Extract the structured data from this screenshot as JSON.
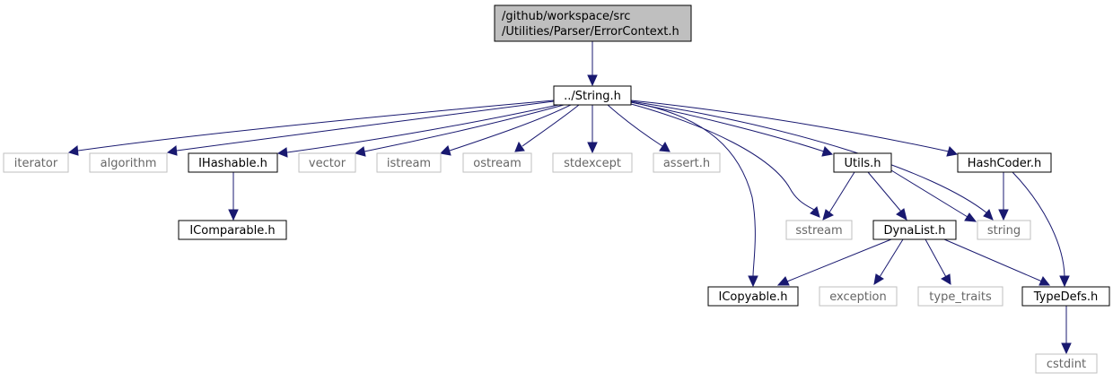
{
  "colors": {
    "edge": "#191970",
    "root_fill": "#bfbfbf",
    "root_stroke": "#000000",
    "node_fill": "#ffffff",
    "node_stroke": "#000000",
    "leaf_stroke": "#bfbfbf",
    "leaf_text": "#666666"
  },
  "nodes": [
    {
      "id": "root",
      "lines": [
        "/github/workspace/src",
        "/Utilities/Parser/ErrorContext.h"
      ],
      "kind": "root"
    },
    {
      "id": "string_h",
      "lines": [
        "../String.h"
      ],
      "kind": "file"
    },
    {
      "id": "iterator",
      "lines": [
        "iterator"
      ],
      "kind": "external"
    },
    {
      "id": "algorithm",
      "lines": [
        "algorithm"
      ],
      "kind": "external"
    },
    {
      "id": "ihashable",
      "lines": [
        "IHashable.h"
      ],
      "kind": "file"
    },
    {
      "id": "vector",
      "lines": [
        "vector"
      ],
      "kind": "external"
    },
    {
      "id": "istream",
      "lines": [
        "istream"
      ],
      "kind": "external"
    },
    {
      "id": "ostream",
      "lines": [
        "ostream"
      ],
      "kind": "external"
    },
    {
      "id": "stdexcept",
      "lines": [
        "stdexcept"
      ],
      "kind": "external"
    },
    {
      "id": "assert",
      "lines": [
        "assert.h"
      ],
      "kind": "external"
    },
    {
      "id": "utils",
      "lines": [
        "Utils.h"
      ],
      "kind": "file"
    },
    {
      "id": "hashcoder",
      "lines": [
        "HashCoder.h"
      ],
      "kind": "file"
    },
    {
      "id": "icomparable",
      "lines": [
        "IComparable.h"
      ],
      "kind": "file"
    },
    {
      "id": "sstream",
      "lines": [
        "sstream"
      ],
      "kind": "external"
    },
    {
      "id": "dynalist",
      "lines": [
        "DynaList.h"
      ],
      "kind": "file"
    },
    {
      "id": "string",
      "lines": [
        "string"
      ],
      "kind": "external"
    },
    {
      "id": "icopyable",
      "lines": [
        "ICopyable.h"
      ],
      "kind": "file"
    },
    {
      "id": "exception",
      "lines": [
        "exception"
      ],
      "kind": "external"
    },
    {
      "id": "type_traits",
      "lines": [
        "type_traits"
      ],
      "kind": "external"
    },
    {
      "id": "typedefs",
      "lines": [
        "TypeDefs.h"
      ],
      "kind": "file"
    },
    {
      "id": "cstdint",
      "lines": [
        "cstdint"
      ],
      "kind": "external"
    }
  ],
  "edges": [
    {
      "from": "root",
      "to": "string_h"
    },
    {
      "from": "string_h",
      "to": "iterator"
    },
    {
      "from": "string_h",
      "to": "algorithm"
    },
    {
      "from": "string_h",
      "to": "ihashable"
    },
    {
      "from": "string_h",
      "to": "vector"
    },
    {
      "from": "string_h",
      "to": "istream"
    },
    {
      "from": "string_h",
      "to": "ostream"
    },
    {
      "from": "string_h",
      "to": "stdexcept"
    },
    {
      "from": "string_h",
      "to": "assert"
    },
    {
      "from": "string_h",
      "to": "icopyable"
    },
    {
      "from": "string_h",
      "to": "sstream"
    },
    {
      "from": "string_h",
      "to": "utils"
    },
    {
      "from": "string_h",
      "to": "string"
    },
    {
      "from": "string_h",
      "to": "hashcoder"
    },
    {
      "from": "ihashable",
      "to": "icomparable"
    },
    {
      "from": "utils",
      "to": "sstream"
    },
    {
      "from": "utils",
      "to": "dynalist"
    },
    {
      "from": "utils",
      "to": "string"
    },
    {
      "from": "hashcoder",
      "to": "string"
    },
    {
      "from": "hashcoder",
      "to": "typedefs"
    },
    {
      "from": "dynalist",
      "to": "icopyable"
    },
    {
      "from": "dynalist",
      "to": "exception"
    },
    {
      "from": "dynalist",
      "to": "type_traits"
    },
    {
      "from": "dynalist",
      "to": "typedefs"
    },
    {
      "from": "typedefs",
      "to": "cstdint"
    }
  ]
}
